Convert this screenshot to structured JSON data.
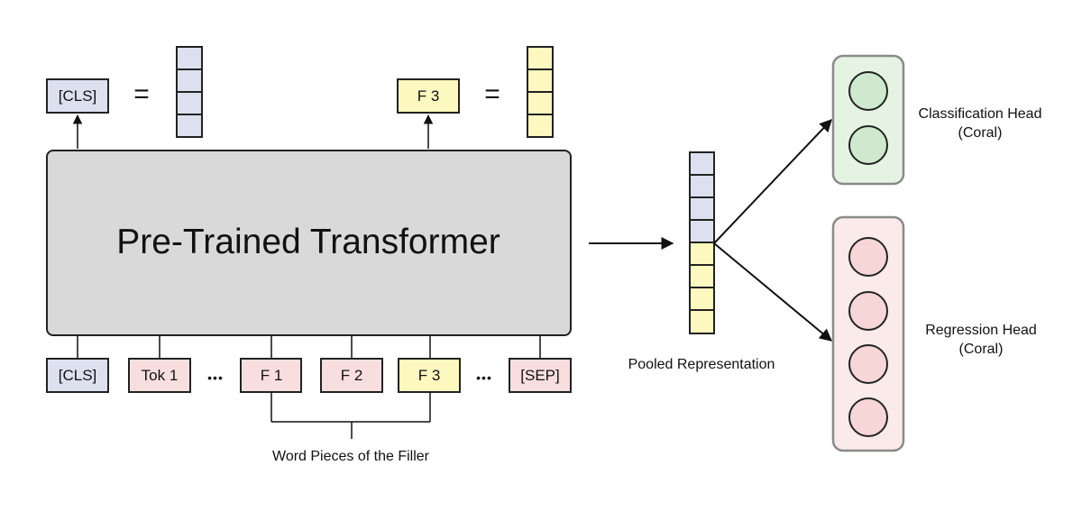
{
  "colors": {
    "lavender": "#dde0ef",
    "yellow": "#fdf8bf",
    "pink": "#f9dee0",
    "green_panel": "#e5f3e3",
    "green_circle": "#cfe9cf",
    "pink_panel": "#fbeaea",
    "pink_circle": "#f7d6d7",
    "transformer": "#d9d9d9",
    "stroke": "#222222"
  },
  "top": {
    "cls_label": "[CLS]",
    "f3_label": "F 3",
    "equals": "="
  },
  "transformer": {
    "title": "Pre-Trained Transformer"
  },
  "inputs": {
    "tokens": [
      "[CLS]",
      "Tok 1",
      "F 1",
      "F 2",
      "F 3",
      "[SEP]"
    ],
    "ellipsis": "•••",
    "bracket_label": "Word Pieces of the Filler"
  },
  "pooled": {
    "label": "Pooled Representation"
  },
  "heads": {
    "classification": {
      "line1": "Classification Head",
      "line2": "(Coral)"
    },
    "regression": {
      "line1": "Regression Head",
      "line2": "(Coral)"
    }
  }
}
